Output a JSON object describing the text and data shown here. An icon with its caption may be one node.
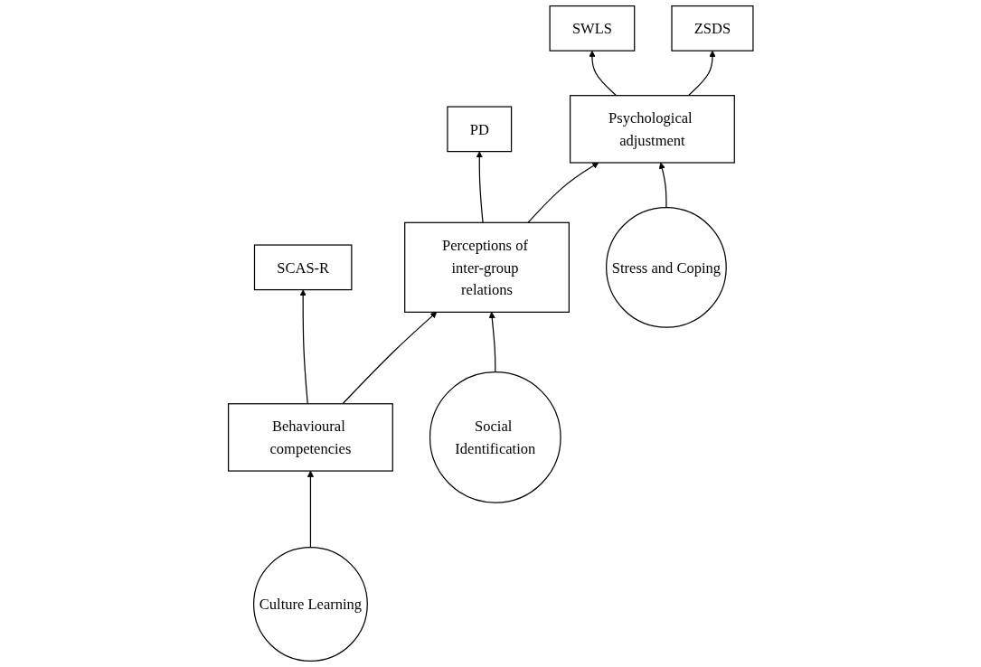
{
  "diagram": {
    "nodes": [
      {
        "text": [
          "SCAS-R"
        ]
      },
      {
        "text": [
          "PD"
        ]
      },
      {
        "text": [
          "SWLS"
        ]
      },
      {
        "text": [
          "ZSDS"
        ]
      },
      {
        "text": [
          "Behavioural competencies"
        ]
      },
      {
        "text": [
          "Perceptions of inter-group relations"
        ]
      },
      {
        "text": [
          "Psychological adjustment"
        ]
      },
      {
        "text": [
          "Culture Learning"
        ]
      },
      {
        "text": [
          "Social Identification"
        ]
      },
      {
        "text": [
          "Stress and Coping"
        ]
      }
    ],
    "edges": [
      {
        "from": 4,
        "to": 0,
        "arrow": "to"
      },
      {
        "from": 5,
        "to": 1,
        "arrow": "to"
      },
      {
        "from": 6,
        "to": 2,
        "arrow": "to"
      },
      {
        "from": 6,
        "to": 3,
        "arrow": "to"
      },
      {
        "from": 4,
        "to": 5,
        "arrow": "to"
      },
      {
        "from": 5,
        "to": 6,
        "arrow": "to"
      },
      {
        "from": 7,
        "to": 4,
        "arrow": "to"
      },
      {
        "from": 8,
        "to": 5,
        "arrow": "to"
      },
      {
        "from": 9,
        "to": 6,
        "arrow": "to"
      }
    ]
  }
}
